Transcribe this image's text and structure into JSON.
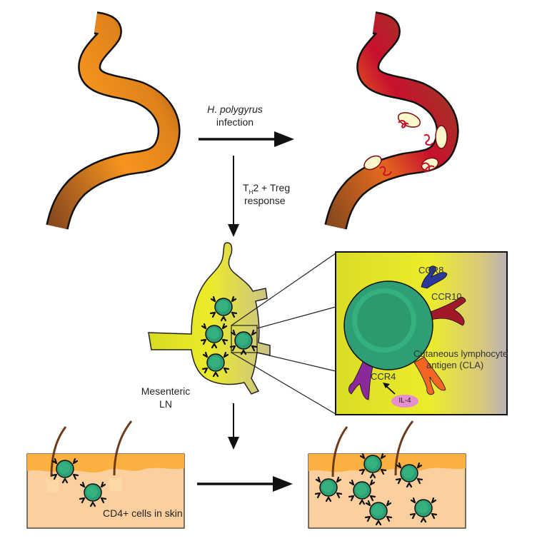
{
  "labels": {
    "infection_species": "H. polygyrus",
    "infection_word": "infection",
    "th2_t": "T",
    "th2_sub": "H",
    "th2_rest": "2 + Treg",
    "response": "response",
    "lymph_node_line1": "Mesenteric",
    "lymph_node_line2": "LN",
    "ccr8": "CCR8",
    "ccr10": "CCR10",
    "ccr4": "CCR4",
    "cla_line1": "Cutaneous lymphocyte",
    "cla_line2": "antigen (CLA)",
    "il4": "IL-4",
    "skin_label": "CD4+ cells in skin"
  },
  "colors": {
    "intestine_orange": "#f7941d",
    "intestine_brown": "#8b4a1e",
    "inflamed_red": "#c8102e",
    "node_yellow": "#e9ea28",
    "cell_green": "#2e9e74",
    "cell_inner": "#35b07f",
    "ccr8_blue": "#2b3a9a",
    "ccr10_red": "#a0182a",
    "ccr4_purple": "#8a2a9a",
    "cla_orange": "#f26522",
    "skin_tan": "#fcd09e",
    "skin_top": "#fbb040",
    "hair_brown": "#6b3a1a",
    "il4_pink": "#e58fcf"
  }
}
